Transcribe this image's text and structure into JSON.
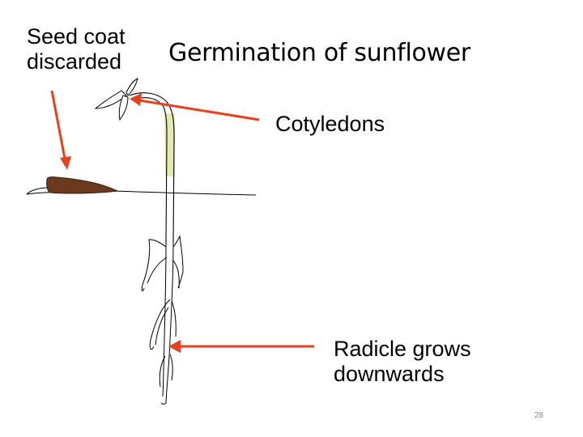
{
  "title": "Germination of sunflower",
  "labels": {
    "seed_coat_line1": "Seed coat",
    "seed_coat_line2": "discarded",
    "cotyledons": "Cotyledons",
    "radicle_line1": "Radicle grows",
    "radicle_line2": "downwards"
  },
  "page_number": "28",
  "colors": {
    "arrow": "#e8401c",
    "seed_coat": "#6b3a1e",
    "stem_highlight": "#e6eab0"
  }
}
